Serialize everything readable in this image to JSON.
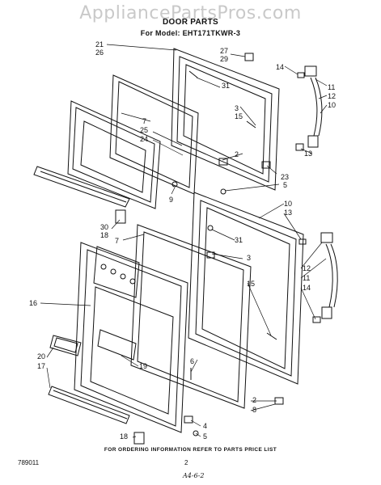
{
  "watermark": "AppliancePartsPros.com",
  "header": {
    "title": "DOOR PARTS",
    "model_line": "For Model: EHT171TKWR-3"
  },
  "callouts": [
    "21",
    "26",
    "27",
    "29",
    "14",
    "11",
    "12",
    "10",
    "31",
    "3",
    "15",
    "7",
    "25",
    "24",
    "2",
    "13",
    "23",
    "5",
    "9",
    "10",
    "13",
    "30",
    "18",
    "31",
    "7",
    "12",
    "11",
    "14",
    "3",
    "15",
    "16",
    "6",
    "20",
    "17",
    "19",
    "2",
    "8",
    "4",
    "5",
    "18"
  ],
  "footer": {
    "ordering_note": "FOR ORDERING INFORMATION REFER TO PARTS PRICE LIST",
    "doc_number": "789011",
    "page_number": "2",
    "handwritten_note": "A4-6-2"
  }
}
